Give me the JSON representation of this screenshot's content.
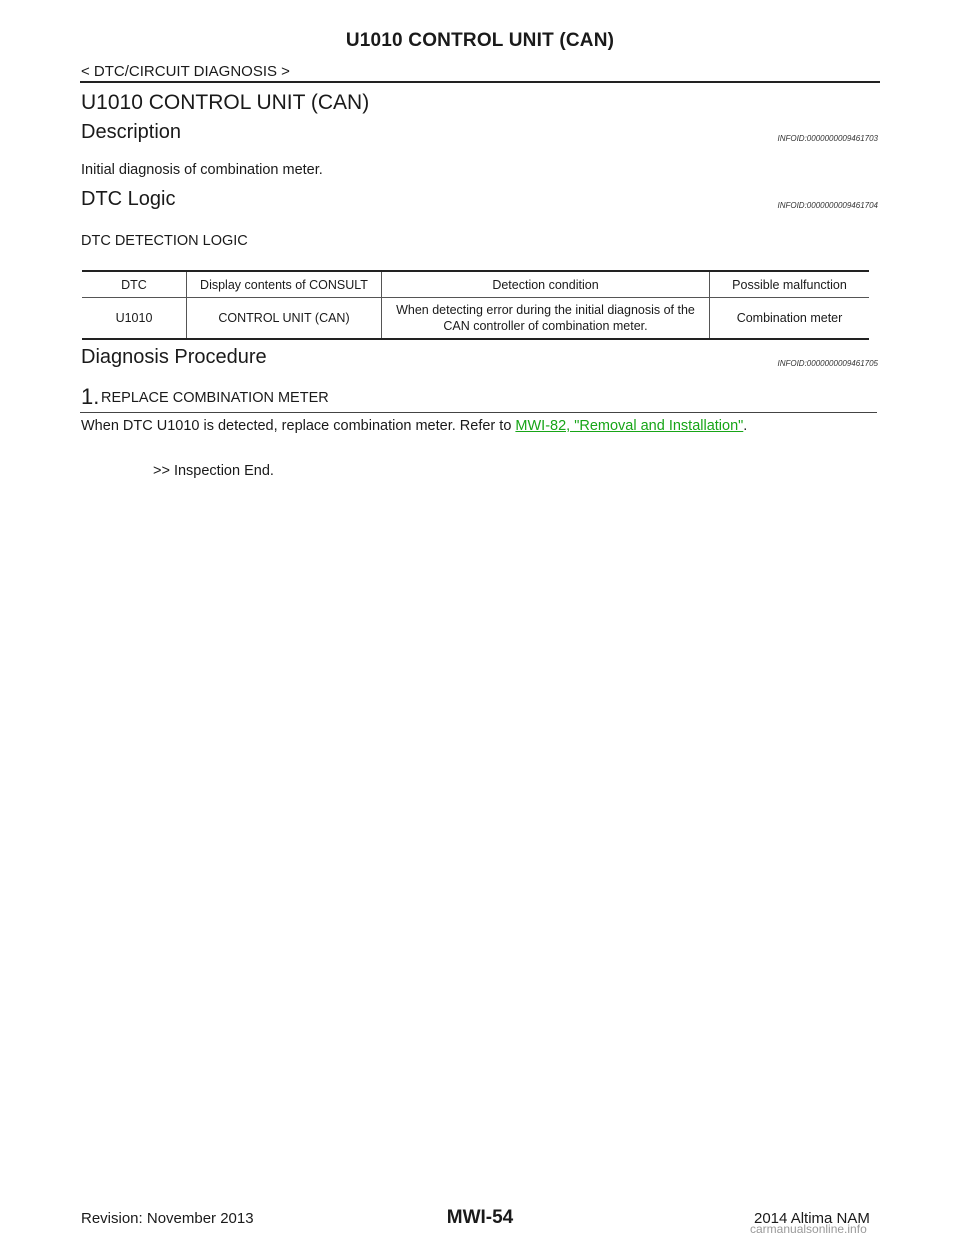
{
  "header": {
    "title": "U1010 CONTROL UNIT (CAN)",
    "breadcrumb": "< DTC/CIRCUIT DIAGNOSIS >"
  },
  "section": {
    "title": "U1010 CONTROL UNIT (CAN)"
  },
  "description": {
    "heading": "Description",
    "infoid": "INFOID:0000000009461703",
    "text": "Initial diagnosis of combination meter."
  },
  "dtc_logic": {
    "heading": "DTC Logic",
    "infoid": "INFOID:0000000009461704",
    "subheading": "DTC DETECTION LOGIC",
    "table": {
      "headers": [
        "DTC",
        "Display contents of CONSULT",
        "Detection condition",
        "Possible malfunction"
      ],
      "rows": [
        [
          "U1010",
          "CONTROL UNIT (CAN)",
          "When detecting error during the initial diagnosis of the CAN controller of combination meter.",
          "Combination meter"
        ]
      ]
    }
  },
  "diagnosis": {
    "heading": "Diagnosis Procedure",
    "infoid": "INFOID:0000000009461705",
    "step_number": "1.",
    "step_title": "REPLACE COMBINATION METER",
    "step_text_before": "When DTC U1010 is detected, replace combination meter. Refer to ",
    "step_link": "MWI-82, \"Removal and Installation\"",
    "step_text_after": ".",
    "result": ">> Inspection End."
  },
  "footer": {
    "revision": "Revision: November 2013",
    "page": "MWI-54",
    "model": "2014 Altima NAM",
    "watermark": "carmanualsonline.info"
  },
  "colors": {
    "link": "#17a517",
    "text": "#1a1a1a",
    "watermark": "#9a9a9a"
  }
}
